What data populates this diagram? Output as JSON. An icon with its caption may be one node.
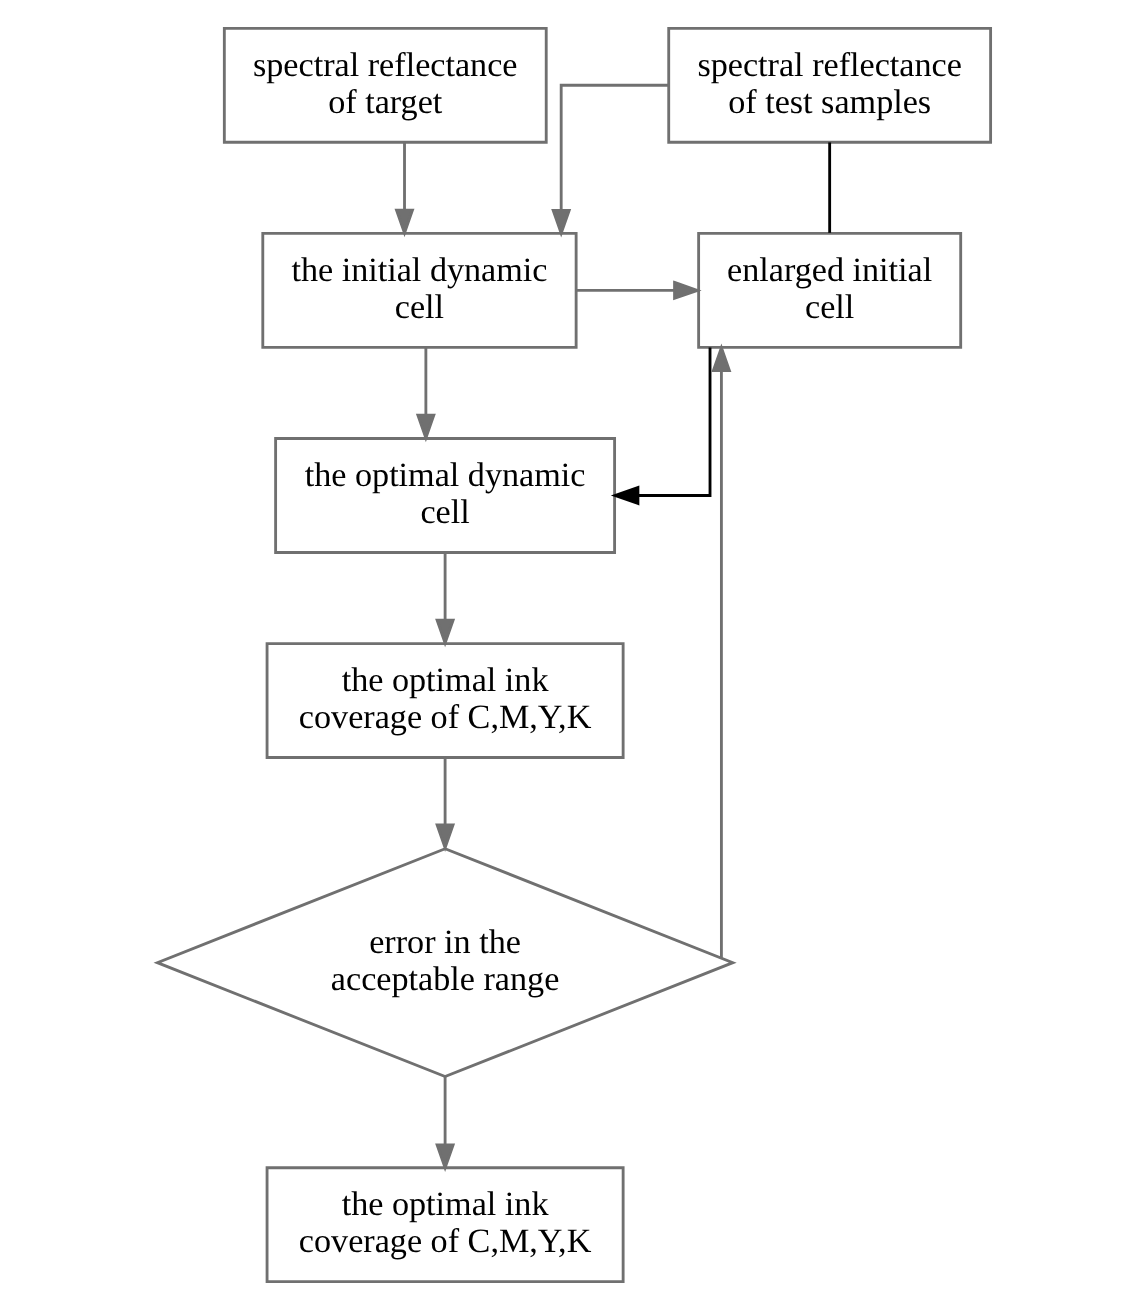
{
  "diagram": {
    "nodes": [
      {
        "text": [
          "spectral reflectance of target"
        ]
      },
      {
        "text": [
          "spectral reflectance of test samples"
        ]
      },
      {
        "text": [
          "the initial dynamic cell"
        ]
      },
      {
        "text": [
          "enlarged initial cell"
        ]
      },
      {
        "text": [
          "the optimal dynamic cell"
        ]
      },
      {
        "text": [
          "the optimal ink coverage of C,M,Y,K"
        ]
      },
      {
        "text": [
          "error in the acceptable range"
        ]
      },
      {
        "text": [
          "the optimal ink coverage of C,M,Y,K"
        ]
      }
    ],
    "edges": [
      {
        "from": 0,
        "to": 2,
        "arrow": "to"
      },
      {
        "from": 1,
        "to": 2,
        "arrow": "to"
      },
      {
        "from": 2,
        "to": 3,
        "arrow": "to"
      },
      {
        "from": 1,
        "to": 3,
        "arrow": "none",
        "color": "#000000"
      },
      {
        "from": 3,
        "to": 4,
        "arrow": "to",
        "color": "#000000"
      },
      {
        "from": 2,
        "to": 4,
        "arrow": "to"
      },
      {
        "from": 4,
        "to": 5,
        "arrow": "to"
      },
      {
        "from": 5,
        "to": 6,
        "arrow": "to"
      },
      {
        "from": 6,
        "to": 3,
        "arrow": "to"
      },
      {
        "from": 6,
        "to": 7,
        "arrow": "to"
      }
    ]
  }
}
